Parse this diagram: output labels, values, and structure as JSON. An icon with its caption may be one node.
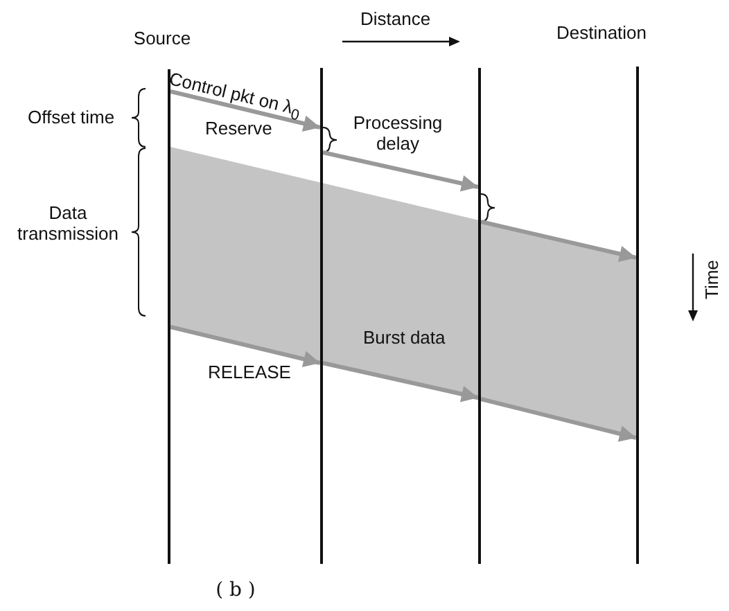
{
  "diagram": {
    "caption": "( b )",
    "nodes": [
      {
        "text": [
          "Source"
        ]
      },
      {
        "text": [],
        "shape": "bar"
      },
      {
        "text": [],
        "shape": "bar"
      },
      {
        "text": [
          "Destination"
        ]
      }
    ],
    "edges": [
      {
        "from": 0,
        "to": 1,
        "arrow": "to",
        "label": "Control pkt on λ$_{0}$"
      },
      {
        "from": 1,
        "to": 2,
        "arrow": "to"
      },
      {
        "from": 2,
        "to": 3,
        "arrow": "to"
      },
      {
        "from": 0,
        "to": 1,
        "arrow": "to",
        "label": "RELEASE"
      },
      {
        "from": 1,
        "to": 2,
        "arrow": "to"
      },
      {
        "from": 2,
        "to": 3,
        "arrow": "to"
      }
    ],
    "labels": [
      "Distance",
      "Offset time",
      "Reserve",
      "Processing delay",
      "Data transmission",
      "Burst data",
      "Time"
    ]
  }
}
